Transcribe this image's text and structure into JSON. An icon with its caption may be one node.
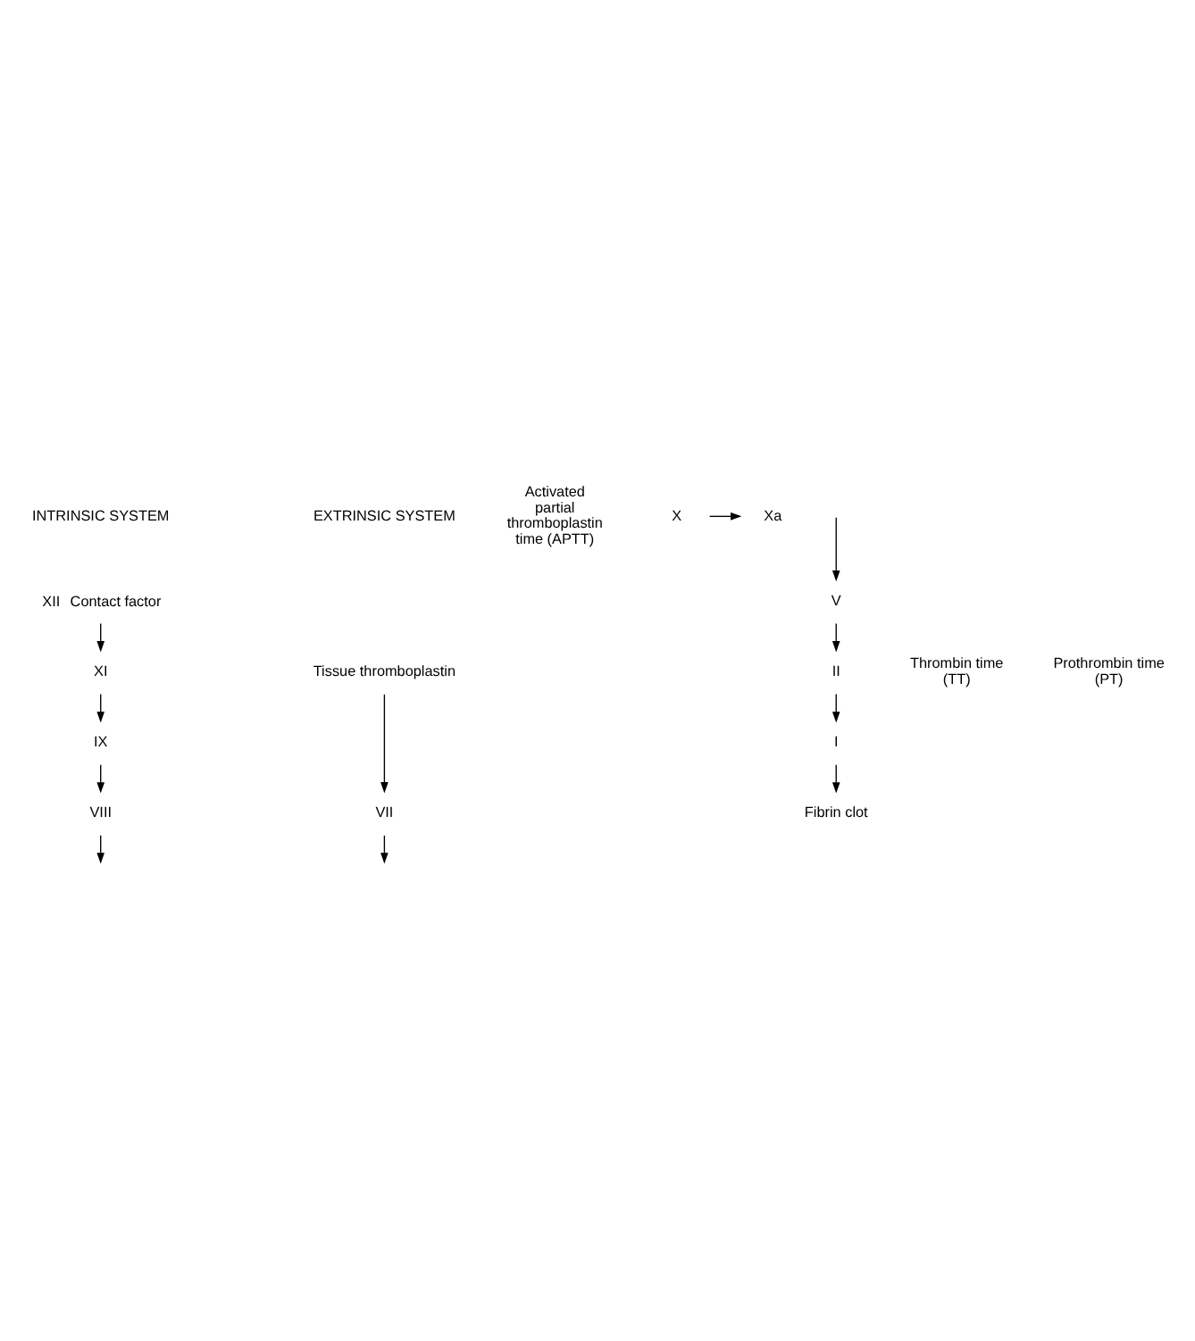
{
  "diagram": {
    "nodes": [
      {
        "text": [
          "XII"
        ],
        "beside": [
          "Contact factor"
        ]
      },
      {
        "text": [
          "XI"
        ]
      },
      {
        "text": [
          "IX"
        ]
      },
      {
        "text": [
          "VIII"
        ]
      },
      {
        "text": [
          "X"
        ]
      },
      {
        "text": [
          "Tissue thromboplastin"
        ]
      },
      {
        "text": [
          "VII"
        ]
      },
      {
        "text": [
          "Xa"
        ]
      },
      {
        "text": [
          "V"
        ]
      },
      {
        "text": [
          "II"
        ]
      },
      {
        "text": [
          "I"
        ]
      },
      {
        "text": [
          "Fibrin clot"
        ]
      }
    ],
    "edges": [
      {
        "from": 0,
        "to": 1,
        "arrow": "to"
      },
      {
        "from": 1,
        "to": 2,
        "arrow": "to"
      },
      {
        "from": 2,
        "to": 3,
        "arrow": "to"
      },
      {
        "from": 5,
        "to": 6,
        "arrow": "to"
      },
      {
        "from": 3,
        "to": null,
        "arrow": "to"
      },
      {
        "from": 6,
        "to": null,
        "arrow": "to"
      },
      {
        "from": 4,
        "to": 7,
        "arrow": "to"
      },
      {
        "from": null,
        "to": 8,
        "arrow": "to"
      },
      {
        "from": 8,
        "to": 9,
        "arrow": "to"
      },
      {
        "from": 9,
        "to": 10,
        "arrow": "to"
      },
      {
        "from": 10,
        "to": 11,
        "arrow": "to"
      }
    ],
    "labels": [
      "INTRINSIC SYSTEM",
      "EXTRINSIC SYSTEM",
      "Activated partial thromboplastin time (APTT)",
      "Thrombin time (TT)",
      "Prothrombin time (PT)"
    ]
  }
}
